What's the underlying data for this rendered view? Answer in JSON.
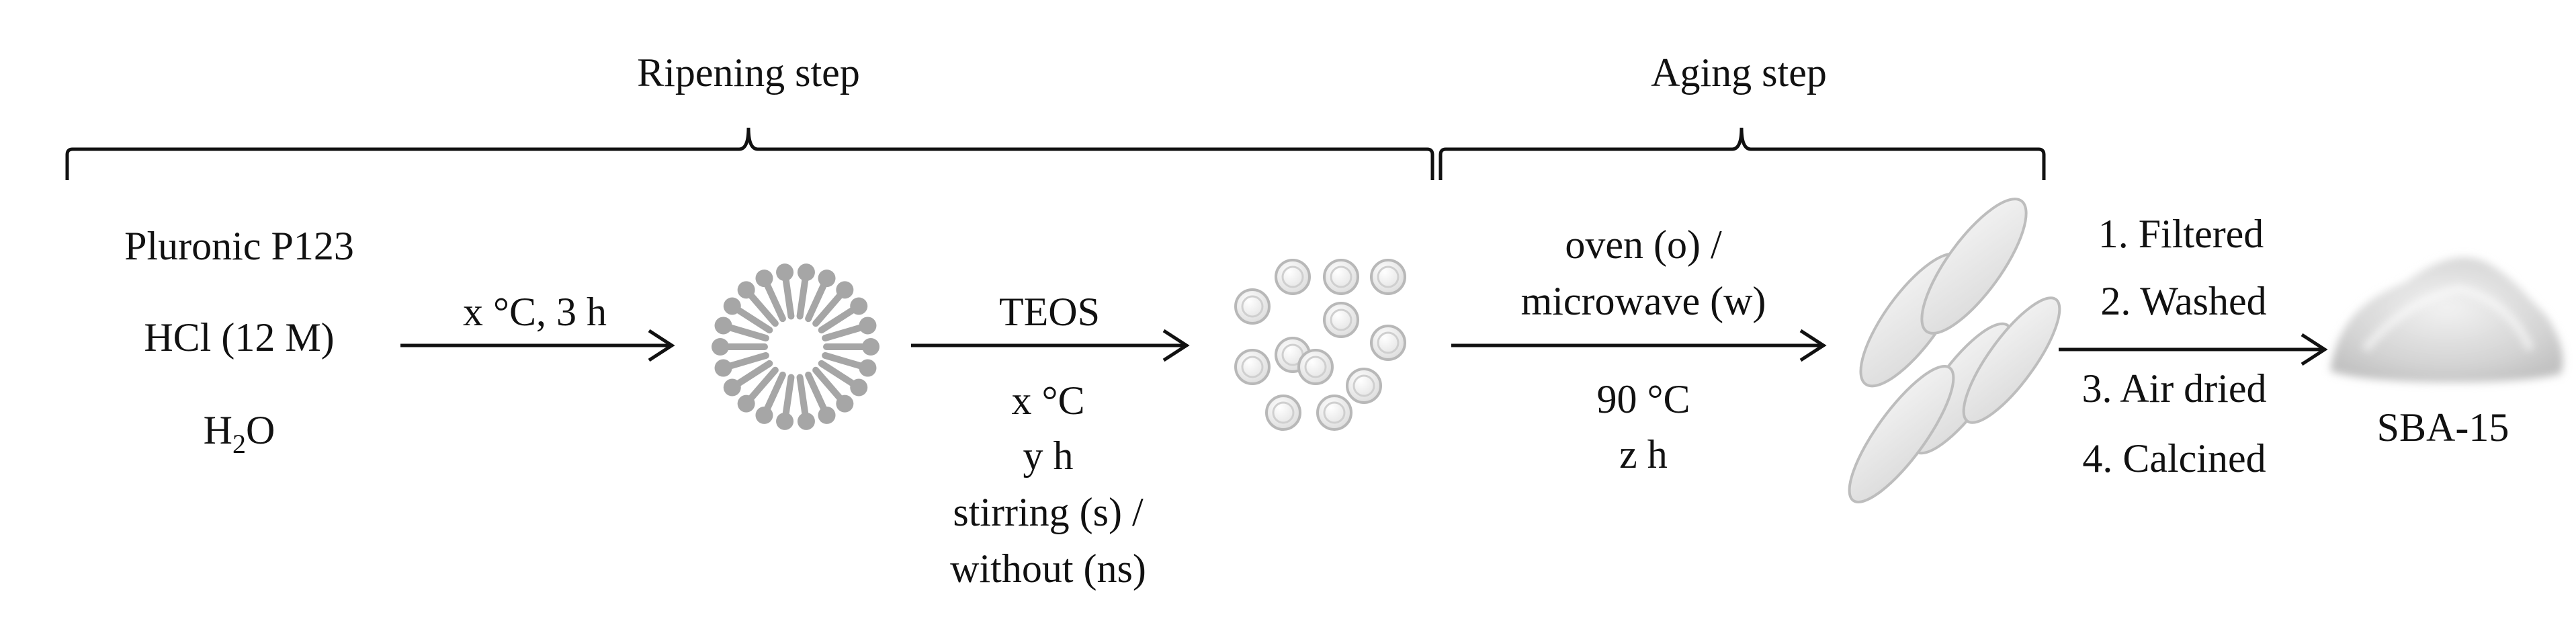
{
  "stages": {
    "ripening": {
      "label": "Ripening step"
    },
    "aging": {
      "label": "Aging step"
    }
  },
  "reagents": {
    "line1": "Pluronic P123",
    "line2": "HCl (12 M)",
    "line3_main": "H",
    "line3_sub": "2",
    "line3_end": "O"
  },
  "arrow1": {
    "label": "x °C, 3 h"
  },
  "arrow2": {
    "label": "TEOS",
    "conditions": [
      "x °C",
      "y h",
      "stirring (s) /",
      "without (ns)"
    ]
  },
  "arrow3": {
    "label_line1": "oven (o) /",
    "label_line2": "microwave (w)",
    "conditions": [
      "90 °C",
      "z h"
    ]
  },
  "arrow4": {
    "steps_above": [
      "1. Filtered",
      "2. Washed"
    ],
    "steps_below": [
      "3. Air dried",
      "4. Calcined"
    ]
  },
  "product": {
    "label": "SBA-15"
  },
  "icons": {
    "micelle": "surfactant-micelle-icon",
    "spheres": "silica-micelle-spheres-icon",
    "rods": "elongated-rods-icon",
    "powder": "white-powder-pile-icon"
  },
  "colors": {
    "text": "#111111",
    "grey_shape": "#a6a6a6",
    "sphere_fill": "#e6e6e6",
    "powder": "#dedede"
  }
}
